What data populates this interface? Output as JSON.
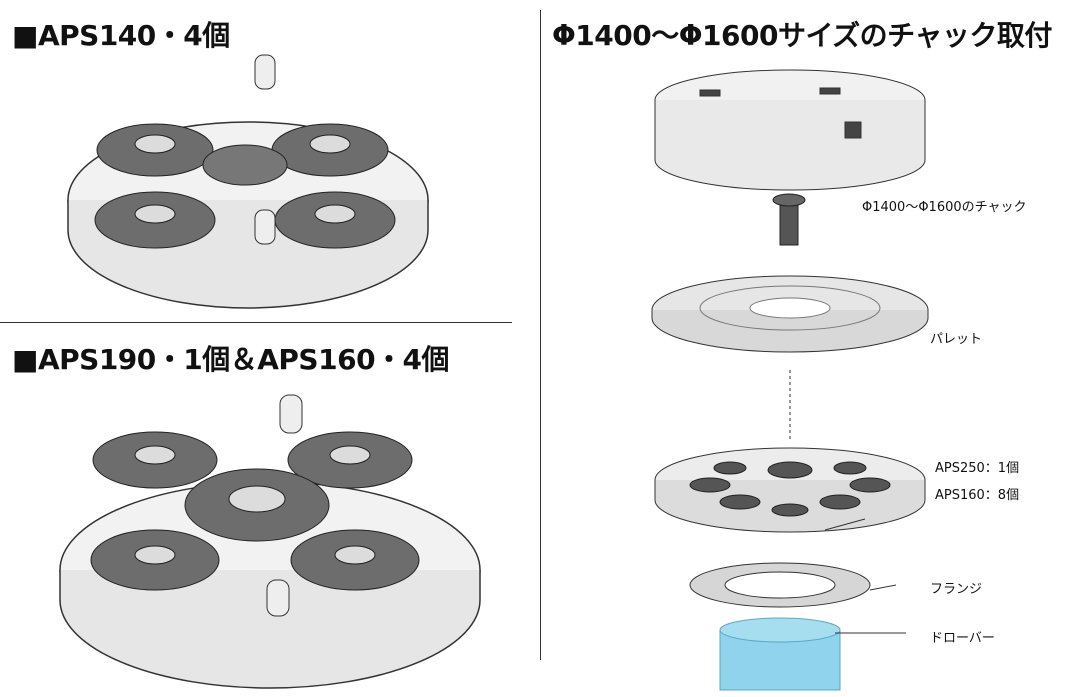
{
  "left": {
    "top_heading": "■APS140・4個",
    "bottom_heading": "■APS190・1個＆APS160・4個"
  },
  "right": {
    "heading": "Φ1400～Φ1600サイズのチャック取付",
    "labels": {
      "chuck": "Φ1400～Φ1600のチャック",
      "pallet": "パレット",
      "aps250": "APS250：1個",
      "aps160": "APS160：8個",
      "flange": "フランジ",
      "drawbar": "ドローバー"
    }
  },
  "colors": {
    "part_gray": "#bfbfbf",
    "dark_gray": "#555555",
    "drawbar_blue": "#8fd3ec"
  }
}
